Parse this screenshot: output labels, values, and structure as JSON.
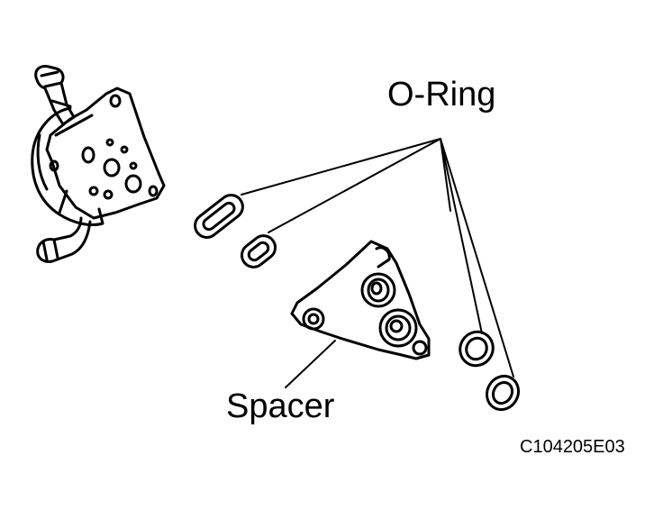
{
  "labels": {
    "oring": "O-Ring",
    "spacer": "Spacer",
    "code": "C104205E03"
  },
  "colors": {
    "ink": "#000000",
    "paper": "#ffffff"
  }
}
